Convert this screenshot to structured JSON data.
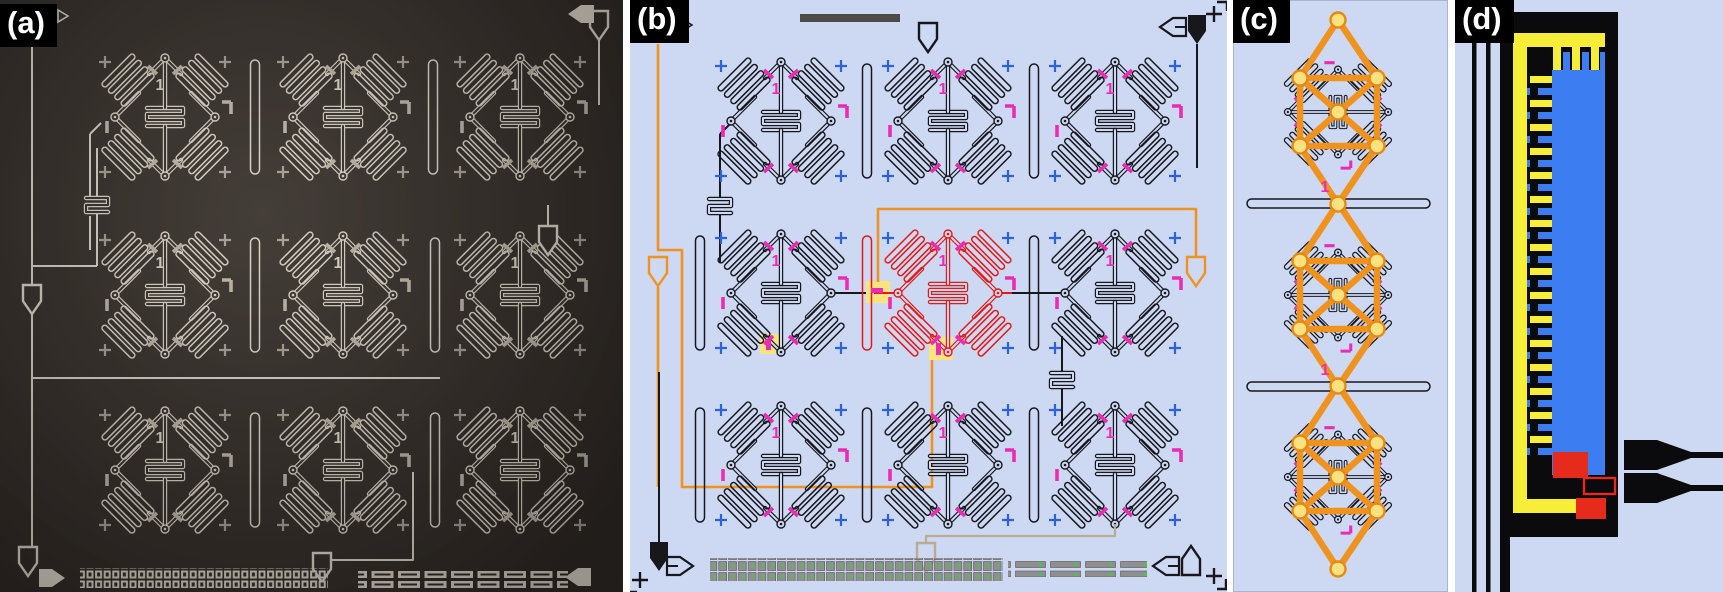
{
  "labels": {
    "a": "(a)",
    "b": "(b)",
    "c": "(c)",
    "d": "(d)"
  },
  "markers": {
    "qubit_index": "1"
  },
  "layout_counts": {
    "cell_rows": 3,
    "cell_cols": 3,
    "graph_unit_cells": 3
  },
  "colors": {
    "photo-bg": "#2a2420",
    "photo-fg": "#d8d1c5",
    "photo-dim": "#b9b1a2",
    "blue-bg": "#cdd8f3",
    "trace": "#17171c",
    "magenta": "#ea2cb4",
    "blue-mark": "#2e62d9",
    "orange": "#f0921e",
    "node-fill": "#fce181",
    "node-stroke": "#e8890f",
    "red": "#e41815",
    "hl-yellow": "#fbe47e",
    "bar-gray": "#4d4a48",
    "tan": "#b9ac92",
    "d-yellow": "#f6ee39",
    "d-blue": "#3c7ef2",
    "d-red": "#e62a1b",
    "d-black": "#0b0b0e",
    "test-gray": "#8f8f8f",
    "test-green": "#43c943"
  }
}
